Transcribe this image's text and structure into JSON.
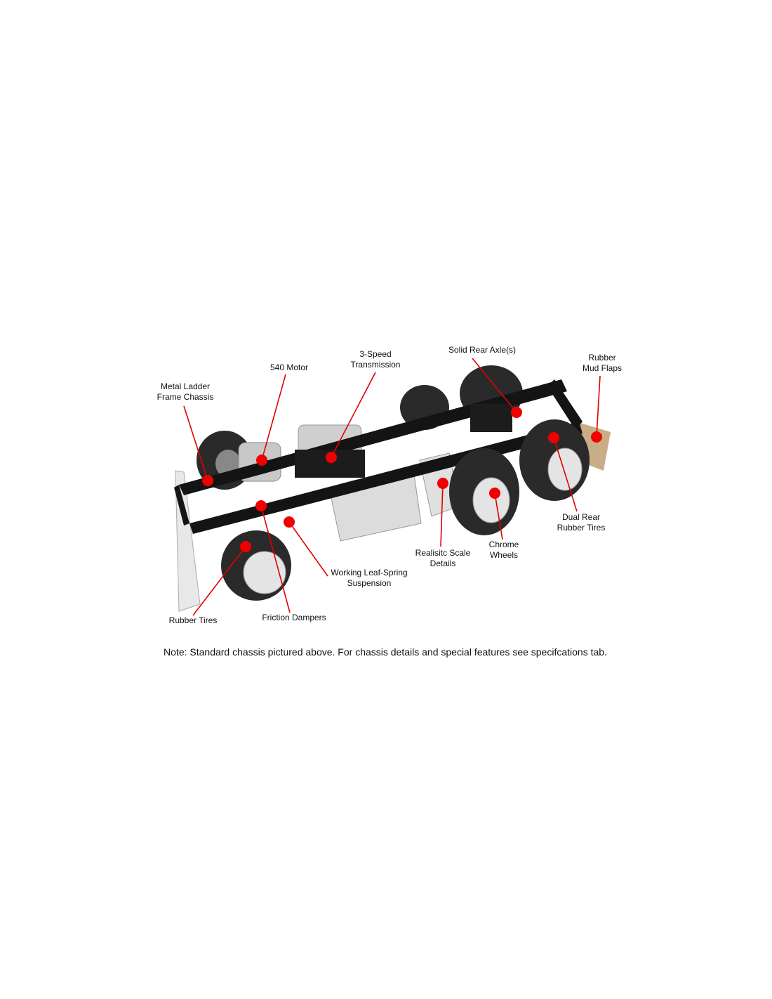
{
  "callouts": [
    {
      "id": "metal-ladder-frame-chassis",
      "lines": [
        "Metal Ladder",
        "Frame Chassis"
      ]
    },
    {
      "id": "540-motor",
      "lines": [
        "540 Motor"
      ]
    },
    {
      "id": "3-speed-transmission",
      "lines": [
        "3-Speed",
        "Transmission"
      ]
    },
    {
      "id": "solid-rear-axles",
      "lines": [
        "Solid Rear Axle(s)"
      ]
    },
    {
      "id": "rubber-mud-flaps",
      "lines": [
        "Rubber",
        "Mud Flaps"
      ]
    },
    {
      "id": "dual-rear-rubber-tires",
      "lines": [
        "Dual Rear",
        "Rubber Tires"
      ]
    },
    {
      "id": "chrome-wheels",
      "lines": [
        "Chrome",
        "Wheels"
      ]
    },
    {
      "id": "realistic-scale-details",
      "lines": [
        "Realisitc Scale",
        "Details"
      ]
    },
    {
      "id": "working-leaf-spring-suspension",
      "lines": [
        "Working Leaf-Spring",
        "Suspension"
      ]
    },
    {
      "id": "friction-dampers",
      "lines": [
        "Friction Dampers"
      ]
    },
    {
      "id": "rubber-tires",
      "lines": [
        "Rubber Tires"
      ]
    }
  ],
  "note": "Note: Standard chassis pictured above. For chassis details and special features see specifcations tab.",
  "colors": {
    "marker": "#f00000",
    "frame": "#141414",
    "tire": "#2a2a2a",
    "chrome": "#d8d8d8"
  }
}
